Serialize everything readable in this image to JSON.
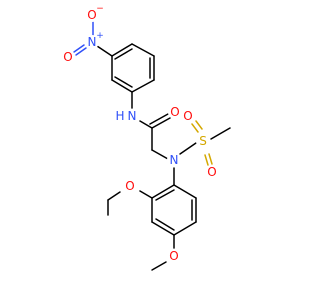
{
  "colors": {
    "carbon": "#000000",
    "nitrogen": "#3050f8",
    "oxygen": "#ff0d0d",
    "sulfur": "#d4a800"
  },
  "atoms": {
    "nitro_n": "N",
    "nitro_n_charge": "+",
    "nitro_o_top": "O",
    "nitro_o_top_charge": "−",
    "nitro_o_bottom": "O",
    "amide_nh": "H",
    "amide_n": "N",
    "amide_o": "O",
    "sulfonamide_n": "N",
    "sulfur": "S",
    "sulfonyl_o1": "O",
    "sulfonyl_o2": "O",
    "methoxy_o1": "O",
    "methoxy_o2": "O"
  }
}
